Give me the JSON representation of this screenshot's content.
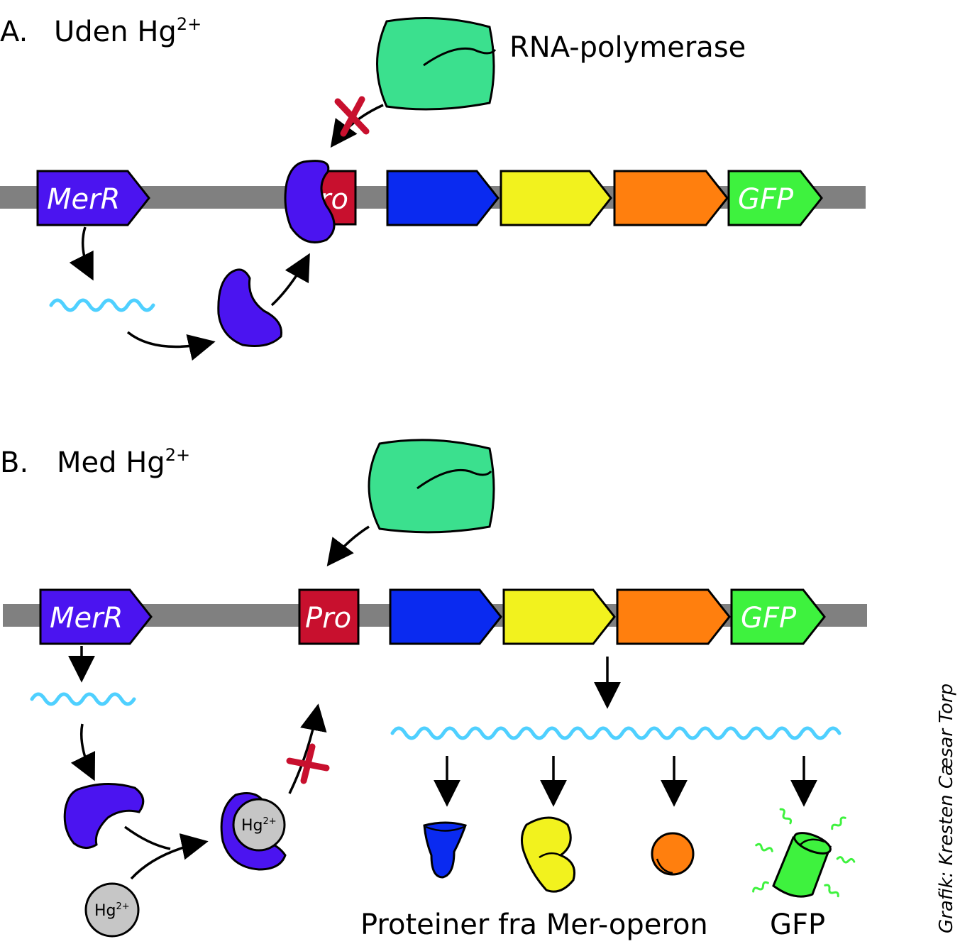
{
  "panel_a": {
    "letter": "A.",
    "title_main": "Uden Hg",
    "title_sup": "2+",
    "polymerase_label": "RNA-polymerase",
    "gene_merr": "MerR",
    "promoter_fragment": "ro",
    "gene_gfp": "GFP"
  },
  "panel_b": {
    "letter": "B.",
    "title_main": "Med Hg",
    "title_sup": "2+",
    "gene_merr": "MerR",
    "promoter": "Pro",
    "gene_gfp": "GFP",
    "hg_ion_main": "Hg",
    "hg_ion_sup": "2+",
    "proteins_caption": "Proteiner fra Mer-operon",
    "gfp_caption": "GFP"
  },
  "credit": "Grafik: Kresten Cæsar Torp",
  "colors": {
    "dna": "#808080",
    "merr": "#4b14f0",
    "promoter": "#c8102e",
    "gene_blue": "#0a2af0",
    "gene_yellow": "#f2f21e",
    "gene_orange": "#ff7f0e",
    "gene_gfp": "#3ef23e",
    "polymerase": "#3be08e",
    "mrna": "#4fd0ff",
    "hg_ion": "#c6c6c6",
    "block_cross": "#c8102e"
  }
}
